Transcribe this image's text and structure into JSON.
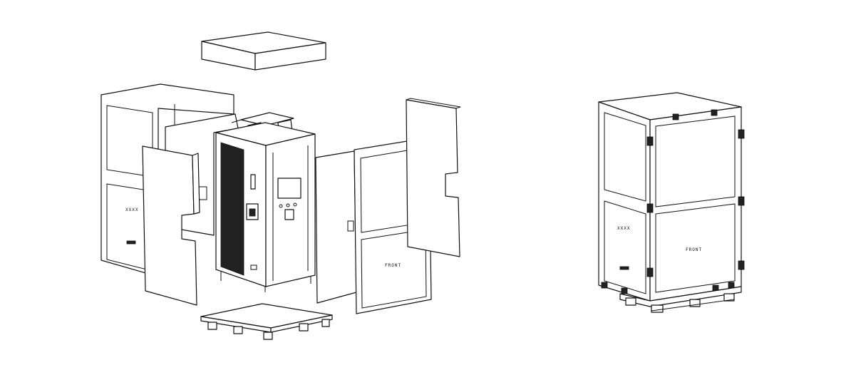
{
  "drawing": {
    "left_group": "exploded-packaging-view",
    "right_group": "assembled-crate-view"
  },
  "labels": {
    "xxxx_left": "XXXX",
    "xxxx_right": "XXXX",
    "front_left": "FRONT",
    "front_right": "FRONT"
  },
  "colors": {
    "line": "#111111",
    "background": "#ffffff"
  }
}
